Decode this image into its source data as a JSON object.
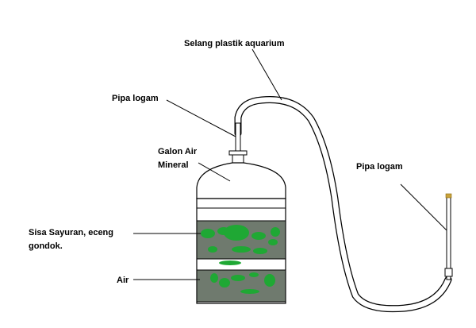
{
  "labels": {
    "aquarium_hose": "Selang plastik aquarium",
    "metal_pipe_top": "Pipa logam",
    "gallon_line1": "Galon Air",
    "gallon_line2": "Mineral",
    "metal_pipe_right": "Pipa logam",
    "waste_line1": "Sisa Sayuran, eceng",
    "waste_line2": "gondok.",
    "water": "Air"
  },
  "colors": {
    "outline": "#000000",
    "water_fill": "#6f7a6e",
    "vegetable_fill": "#1fa834",
    "hose_stroke": "#000000",
    "pipe_tip": "#c9a23a"
  }
}
